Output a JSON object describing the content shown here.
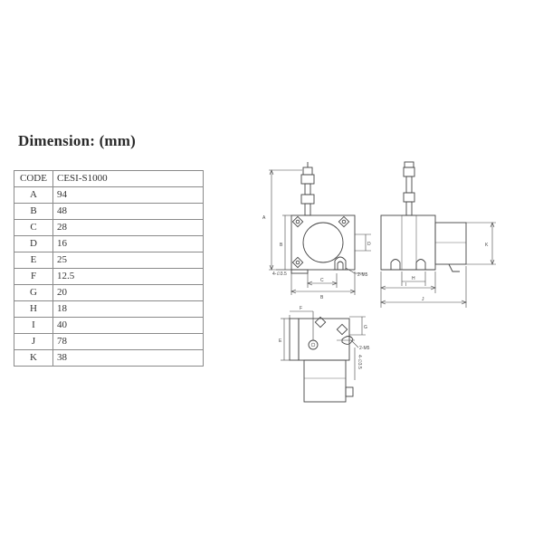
{
  "title": "Dimension: (mm)",
  "table": {
    "header": {
      "code": "CODE",
      "model": "CESI-S1000"
    },
    "rows": [
      {
        "code": "A",
        "value": "94"
      },
      {
        "code": "B",
        "value": "48"
      },
      {
        "code": "C",
        "value": "28"
      },
      {
        "code": "D",
        "value": "16"
      },
      {
        "code": "E",
        "value": "25"
      },
      {
        "code": "F",
        "value": "12.5"
      },
      {
        "code": "G",
        "value": "20"
      },
      {
        "code": "H",
        "value": "18"
      },
      {
        "code": "I",
        "value": "40"
      },
      {
        "code": "J",
        "value": "78"
      },
      {
        "code": "K",
        "value": "38"
      }
    ]
  },
  "drawing": {
    "labels": {
      "a": "A",
      "b": "B",
      "c": "C",
      "d": "D",
      "e": "E",
      "f": "F",
      "g": "G",
      "h": "H",
      "i": "I",
      "j": "J",
      "k": "K",
      "screw_front": "2-M5",
      "screw_bottom": "2-M5",
      "hole_spec": "4-∅3.5",
      "side_spec": "4-∅3.5"
    }
  }
}
